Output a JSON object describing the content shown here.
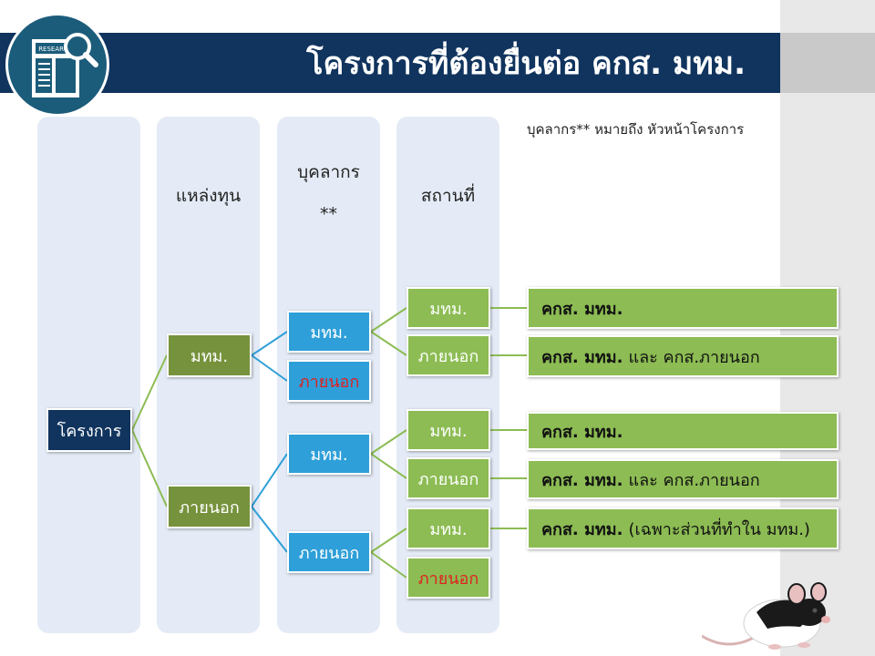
{
  "header": {
    "title": "โครงการที่ต้องยื่นต่อ คกส. มทม.",
    "logo_text": "RESEARCH"
  },
  "note": "บุคลากร** หมายถึง หัวหน้าโครงการ",
  "columns": {
    "col1": "",
    "col2": "แหล่งทุน",
    "col3a": "บุคลากร",
    "col3b": "**",
    "col4": "สถานที่"
  },
  "tree": {
    "root": "โครงการ",
    "fund_internal": "มทม.",
    "fund_external": "ภายนอก",
    "personnel_1": "มทม.",
    "personnel_2": "ภายนอก",
    "personnel_3": "มทม.",
    "personnel_4": "ภายนอก",
    "place_1": "มทม.",
    "place_2": "ภายนอก",
    "place_3": "มทม.",
    "place_4": "ภายนอก",
    "place_5": "มทม.",
    "place_6": "ภายนอก"
  },
  "results": [
    {
      "bold": "คกส. มทม.",
      "rest": ""
    },
    {
      "bold": "คกส. มทม.",
      "rest": "และ คกส.ภายนอก"
    },
    {
      "bold": "คกส. มทม.",
      "rest": ""
    },
    {
      "bold": "คกส. มทม.",
      "rest": "และ คกส.ภายนอก"
    },
    {
      "bold": "คกส. มทม.",
      "rest": "(เฉพาะส่วนที่ทำใน มทม.)"
    }
  ],
  "colors": {
    "title_bar": "#10345e",
    "column_bg": "#e4ebf6",
    "fund_box": "#76923c",
    "personnel_box": "#2e9fd8",
    "place_box": "#8cbc53",
    "highlight_text": "#e02020"
  }
}
